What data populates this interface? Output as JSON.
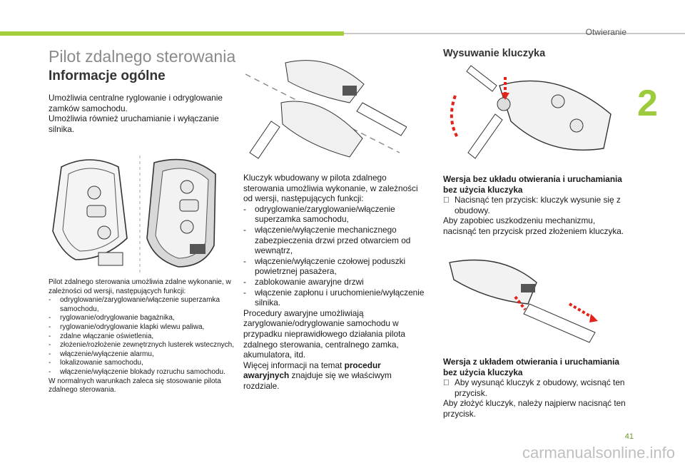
{
  "header": {
    "section_name": "Otwieranie",
    "chapter_number": "2"
  },
  "left": {
    "title": "Pilot zdalnego sterowania",
    "subtitle": "Informacje ogólne",
    "intro_1": "Umożliwia centralne ryglowanie i odryglowanie zamków samochodu.",
    "intro_2": "Umożliwia również uruchamianie i wyłączanie silnika.",
    "caption_intro": "Pilot zdalnego sterowania umożliwia zdalne wykonanie, w zależności od wersji, następujących funkcji:",
    "caption_items": [
      "odryglowanie/zaryglowanie/włączenie superzamka samochodu,",
      "ryglowanie/odryglowanie bagażnika,",
      "ryglowanie/odryglowanie klapki wlewu paliwa,",
      "zdalne włączanie oświetlenia,",
      "złożenie/rozłożenie zewnętrznych lusterek wstecznych,",
      "włączenie/wyłączenie alarmu,",
      "lokalizowanie samochodu,",
      "włączenie/wyłączenie blokady rozruchu samochodu."
    ],
    "caption_outro": "W normalnych warunkach zaleca się stosowanie pilota zdalnego sterowania."
  },
  "middle": {
    "intro": "Kluczyk wbudowany w pilota zdalnego sterowania umożliwia wykonanie, w zależności od wersji, następujących funkcji:",
    "items": [
      "odryglowanie/zaryglowanie/włączenie superzamka samochodu,",
      "włączenie/wyłączenie mechanicznego zabezpieczenia drzwi przed otwarciem od wewnątrz,",
      "włączenie/wyłączenie czołowej poduszki powietrznej pasażera,",
      "zablokowanie awaryjne drzwi",
      "włączenie zapłonu i uruchomienie/wyłączenie silnika."
    ],
    "emergency": "Procedury awaryjne umożliwiają zaryglowanie/odryglowanie samochodu w przypadku nieprawidłowego działania pilota zdalnego sterowania, centralnego zamka, akumulatora, itd.",
    "more_prefix": "Więcej informacji na temat ",
    "more_bold": "procedur awaryjnych",
    "more_suffix": " znajduje się we właściwym rozdziale."
  },
  "right": {
    "title": "Wysuwanie kluczyka",
    "v1_heading": "Wersja bez układu otwierania i uruchamiania bez użycia kluczyka",
    "v1_step": "Nacisnąć ten przycisk: kluczyk wysunie się z obudowy.",
    "v1_note": "Aby zapobiec uszkodzeniu mechanizmu, nacisnąć ten przycisk przed złożeniem kluczyka.",
    "v2_heading": "Wersja z układem otwierania i uruchamiania bez użycia kluczyka",
    "v2_step": "Aby wysunąć kluczyk z obudowy, wcisnąć ten przycisk.",
    "v2_note": "Aby złożyć kluczyk, należy najpierw nacisnąć ten przycisk."
  },
  "footer": {
    "page_number": "41",
    "watermark": "carmanualsonline.info"
  },
  "colors": {
    "accent_green": "#a3cf3a",
    "arrow_red": "#e2231a",
    "title_grey": "#8a8a8a"
  }
}
